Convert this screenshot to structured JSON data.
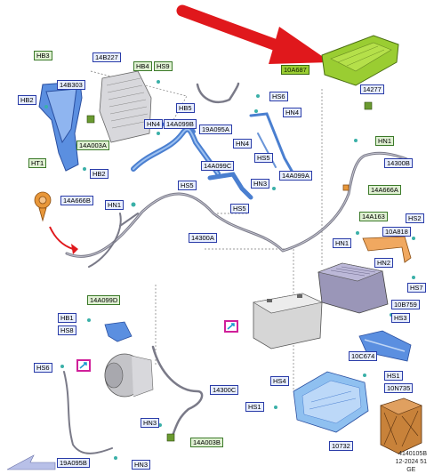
{
  "labels": {
    "hb3": "HB3",
    "l14b227": "14B227",
    "hb4": "HB4",
    "hs9": "HS9",
    "hb2a": "HB2",
    "l14b303": "14B303",
    "hs6a": "HS6",
    "hn4a": "HN4",
    "hb5": "HB5",
    "l19a095a": "19A095A",
    "l14a003a": "14A003A",
    "hn4b": "HN4",
    "l14a099b": "14A099B",
    "hn4c": "HN4",
    "ht1": "HT1",
    "hb2b": "HB2",
    "l14a099c": "14A099C",
    "hs5a": "HS5",
    "hs5b": "HS5",
    "hn3a": "HN3",
    "l14a099a": "14A099A",
    "l14a666b": "14A666B",
    "hn1a": "HN1",
    "hs5c": "HS5",
    "l14300a": "14300A",
    "l10a687": "10A687",
    "l14277": "14277",
    "hn1b": "HN1",
    "l14300b": "14300B",
    "l14a666a": "14A666A",
    "l14a163": "14A163",
    "hs2": "HS2",
    "l10a818": "10A818",
    "hn1c": "HN1",
    "hn2": "HN2",
    "hs7": "HS7",
    "l10b759": "10B759",
    "l14a099d": "14A099D",
    "hb1": "HB1",
    "hs8": "HS8",
    "hs3": "HS3",
    "l10c674": "10C674",
    "hs6b": "HS6",
    "hs1a": "HS1",
    "hs4": "HS4",
    "l10n735": "10N735",
    "l14300c": "14300C",
    "hs1b": "HS1",
    "hn3b": "HN3",
    "l14a003b": "14A003B",
    "l10732": "10732",
    "l19a095b": "19A095B",
    "hn3c": "HN3"
  },
  "footer": {
    "ref": "4140105B",
    "date": "12-2024 51",
    "lang": "GE"
  },
  "colors": {
    "arrow": "#e0181c",
    "highlight": "#9acd32",
    "part_blue": "#4a7fd0",
    "marker_pink": "#d0209a",
    "label_blue_border": "#2a3ca8",
    "label_green_border": "#3c7a2a"
  }
}
